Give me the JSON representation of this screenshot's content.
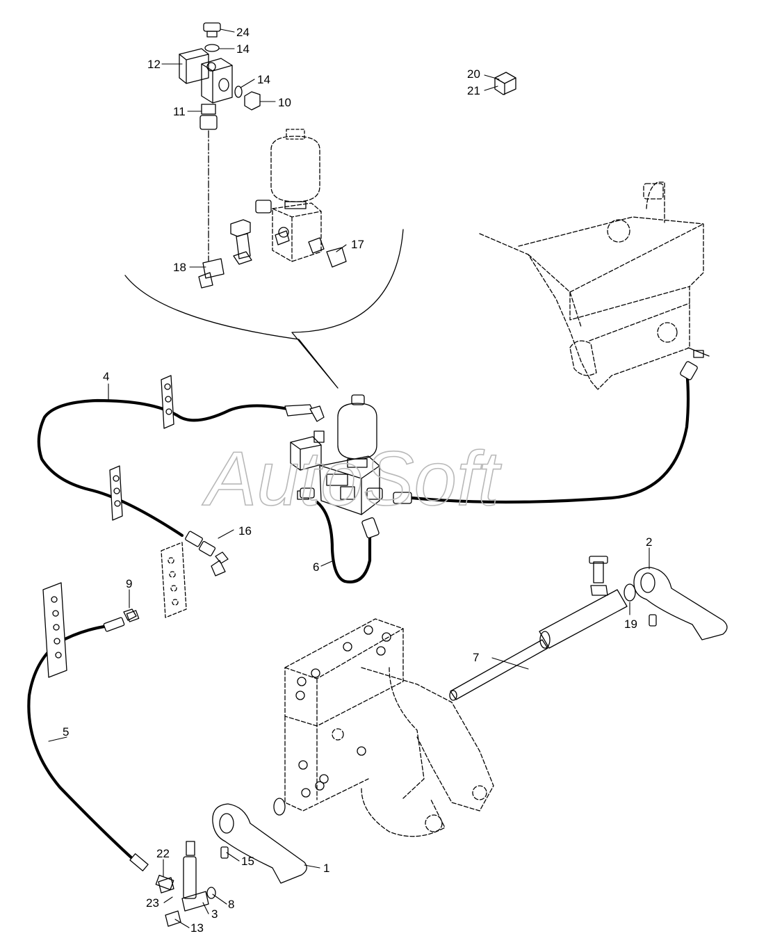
{
  "watermark": "AutoSoft",
  "callouts": [
    {
      "id": "24",
      "label": "24"
    },
    {
      "id": "14a",
      "label": "14"
    },
    {
      "id": "12",
      "label": "12"
    },
    {
      "id": "14b",
      "label": "14"
    },
    {
      "id": "10",
      "label": "10"
    },
    {
      "id": "11",
      "label": "11"
    },
    {
      "id": "17",
      "label": "17"
    },
    {
      "id": "18",
      "label": "18"
    },
    {
      "id": "20",
      "label": "20"
    },
    {
      "id": "21",
      "label": "21"
    },
    {
      "id": "4",
      "label": "4"
    },
    {
      "id": "16",
      "label": "16"
    },
    {
      "id": "6",
      "label": "6"
    },
    {
      "id": "2",
      "label": "2"
    },
    {
      "id": "9",
      "label": "9"
    },
    {
      "id": "19",
      "label": "19"
    },
    {
      "id": "7",
      "label": "7"
    },
    {
      "id": "5",
      "label": "5"
    },
    {
      "id": "15",
      "label": "15"
    },
    {
      "id": "1",
      "label": "1"
    },
    {
      "id": "22",
      "label": "22"
    },
    {
      "id": "23",
      "label": "23"
    },
    {
      "id": "8",
      "label": "8"
    },
    {
      "id": "3",
      "label": "3"
    },
    {
      "id": "13",
      "label": "13"
    }
  ]
}
